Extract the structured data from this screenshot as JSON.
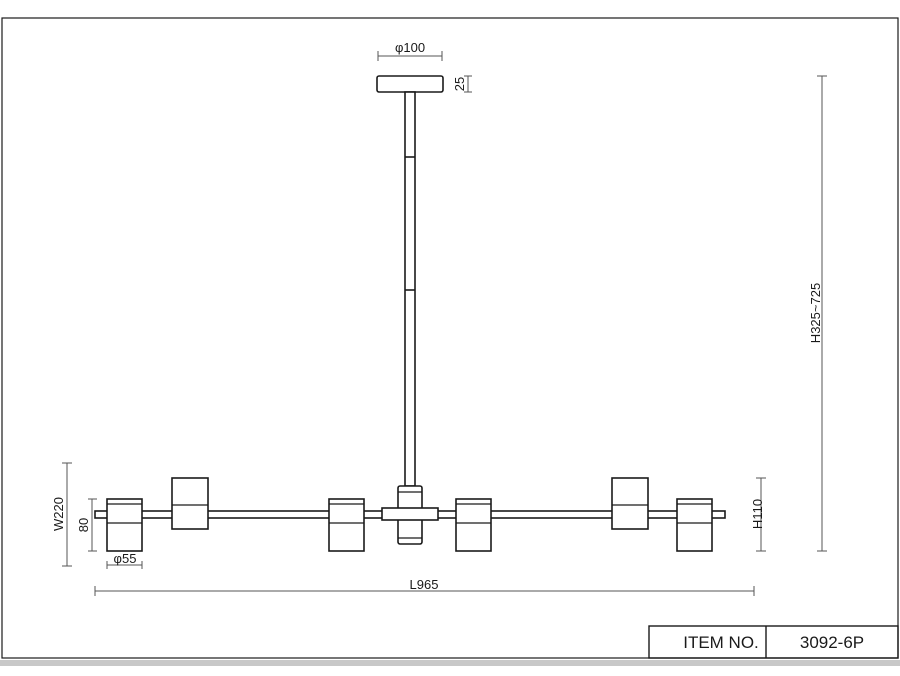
{
  "drawing": {
    "dimensions": {
      "canopy_diameter": "φ100",
      "canopy_height": "25",
      "overall_height": "H325~725",
      "overall_width": "W220",
      "shade_height": "80",
      "shade_diameter": "φ55",
      "light_height": "H110",
      "overall_length": "L965"
    },
    "title_block": {
      "label": "ITEM NO.",
      "value": "3092-6P"
    }
  }
}
